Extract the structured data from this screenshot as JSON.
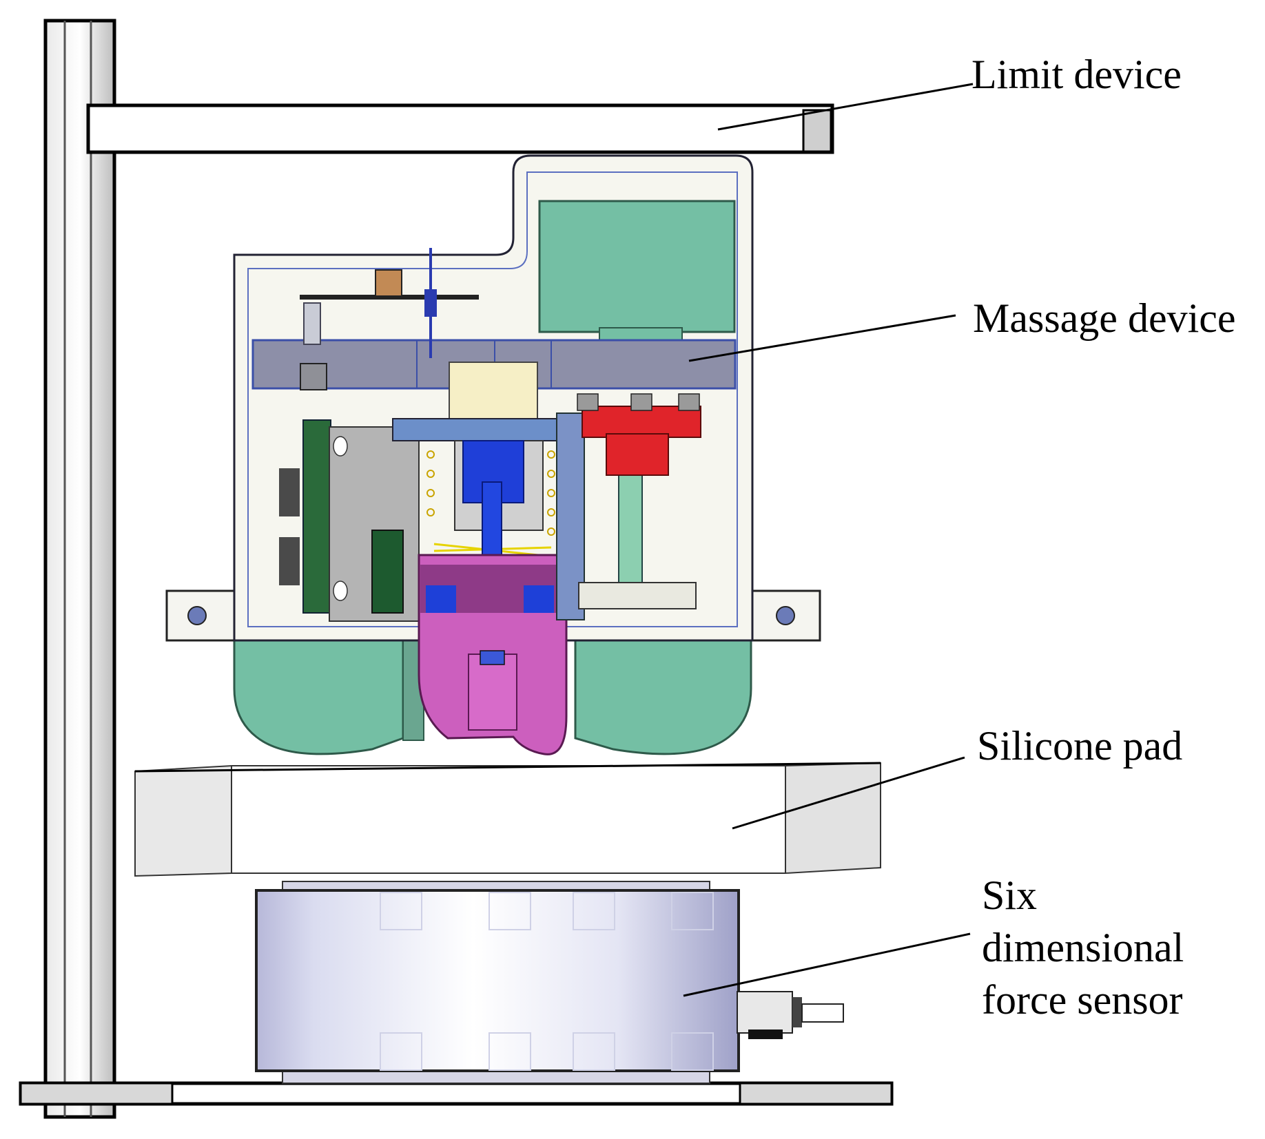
{
  "labels": {
    "limit_device": "Limit device",
    "massage_device": "Massage device",
    "silicone_pad": "Silicone pad",
    "force_sensor": [
      "Six",
      "dimensional",
      "force sensor"
    ]
  }
}
